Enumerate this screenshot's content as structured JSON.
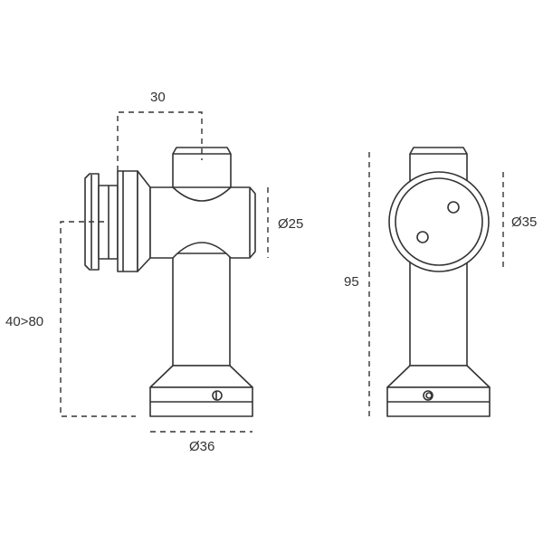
{
  "drawing": {
    "subject": "glass clamp standoff fitting",
    "views": [
      "side-view",
      "front-view"
    ],
    "line_color": "#333333",
    "background": "#ffffff"
  },
  "dimensions": {
    "offset_top": "30",
    "tube_diameter": "Ø25",
    "glass_range": "40>80",
    "base_diameter": "Ø36",
    "height": "95",
    "clamp_diameter": "Ø35"
  }
}
